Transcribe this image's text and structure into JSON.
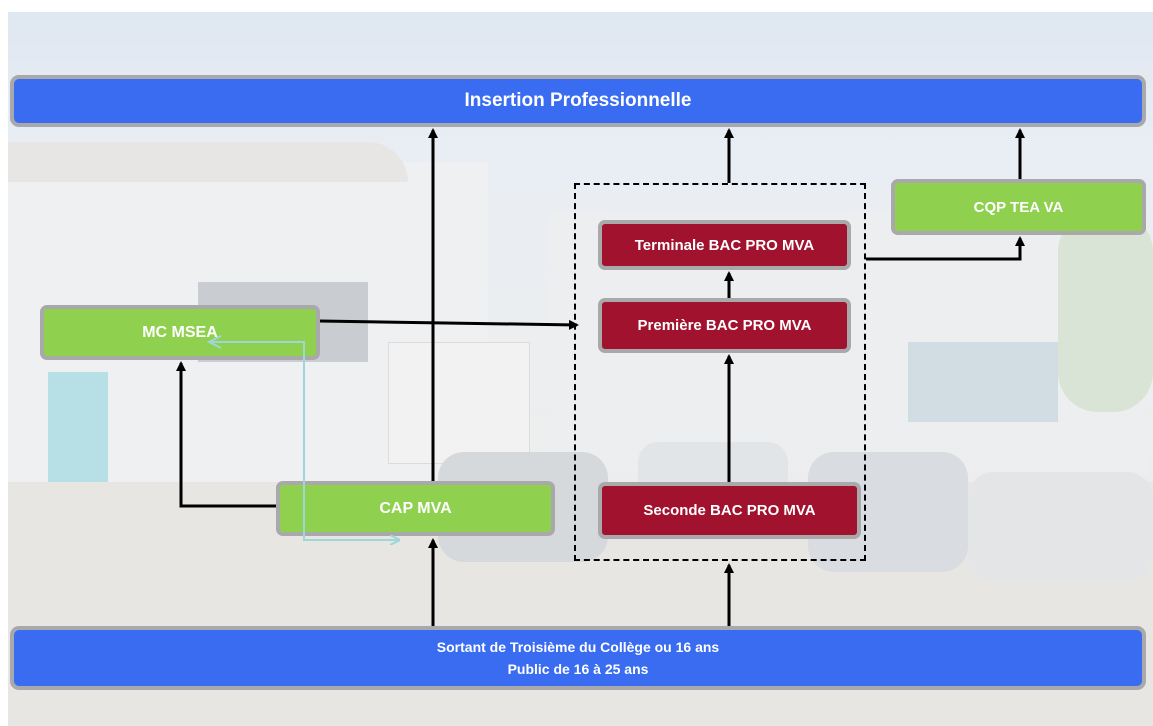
{
  "top_bar": {
    "label": "Insertion Professionnelle"
  },
  "bottom_bar": {
    "line1": "Sortant de Troisième du Collège ou 16 ans",
    "line2": "Public de 16 à 25 ans"
  },
  "nodes": {
    "mc_msea": "MC MSEA",
    "cap_mva": "CAP MVA",
    "cqp": "CQP TEA VA",
    "terminale": "Terminale BAC PRO MVA",
    "premiere": "Première BAC PRO MVA",
    "seconde": "Seconde BAC PRO MVA"
  },
  "colors": {
    "bar_blue": "#3a6cf2",
    "green": "#8fd14f",
    "wine": "#a0122d",
    "box_border": "#a9a9ab",
    "arrow": "#000000",
    "loop_arrow": "#9fd6d8"
  }
}
